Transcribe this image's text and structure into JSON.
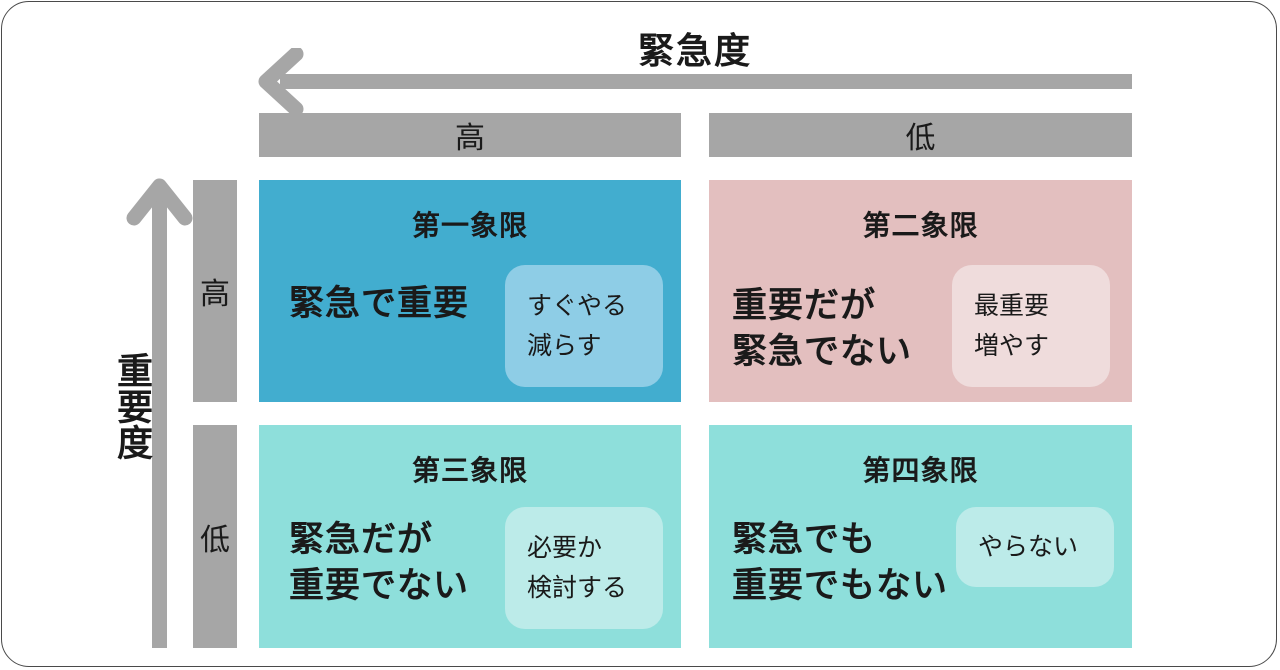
{
  "axes": {
    "urgency": {
      "title": "緊急度",
      "high": "高",
      "low": "低"
    },
    "importance": {
      "title": "重要度",
      "high": "高",
      "low": "低"
    }
  },
  "quadrants": [
    {
      "title": "第一象限",
      "main": "緊急で重要",
      "action": "すぐやる\n減らす",
      "color": "#42adcf",
      "badge_color": "#8ecde6"
    },
    {
      "title": "第二象限",
      "main": "重要だが\n緊急でない",
      "action": "最重要\n増やす",
      "color": "#e3bfbf",
      "badge_color": "#efdcdc"
    },
    {
      "title": "第三象限",
      "main": "緊急だが\n重要でない",
      "action": "必要か\n検討する",
      "color": "#8edfdb",
      "badge_color": "#bcebe9"
    },
    {
      "title": "第四象限",
      "main": "緊急でも\n重要でもない",
      "action": "やらない",
      "color": "#8edfdb",
      "badge_color": "#bcebe9"
    }
  ],
  "colors": {
    "axis_gray": "#a6a6a6",
    "border": "#4a4a4a"
  }
}
